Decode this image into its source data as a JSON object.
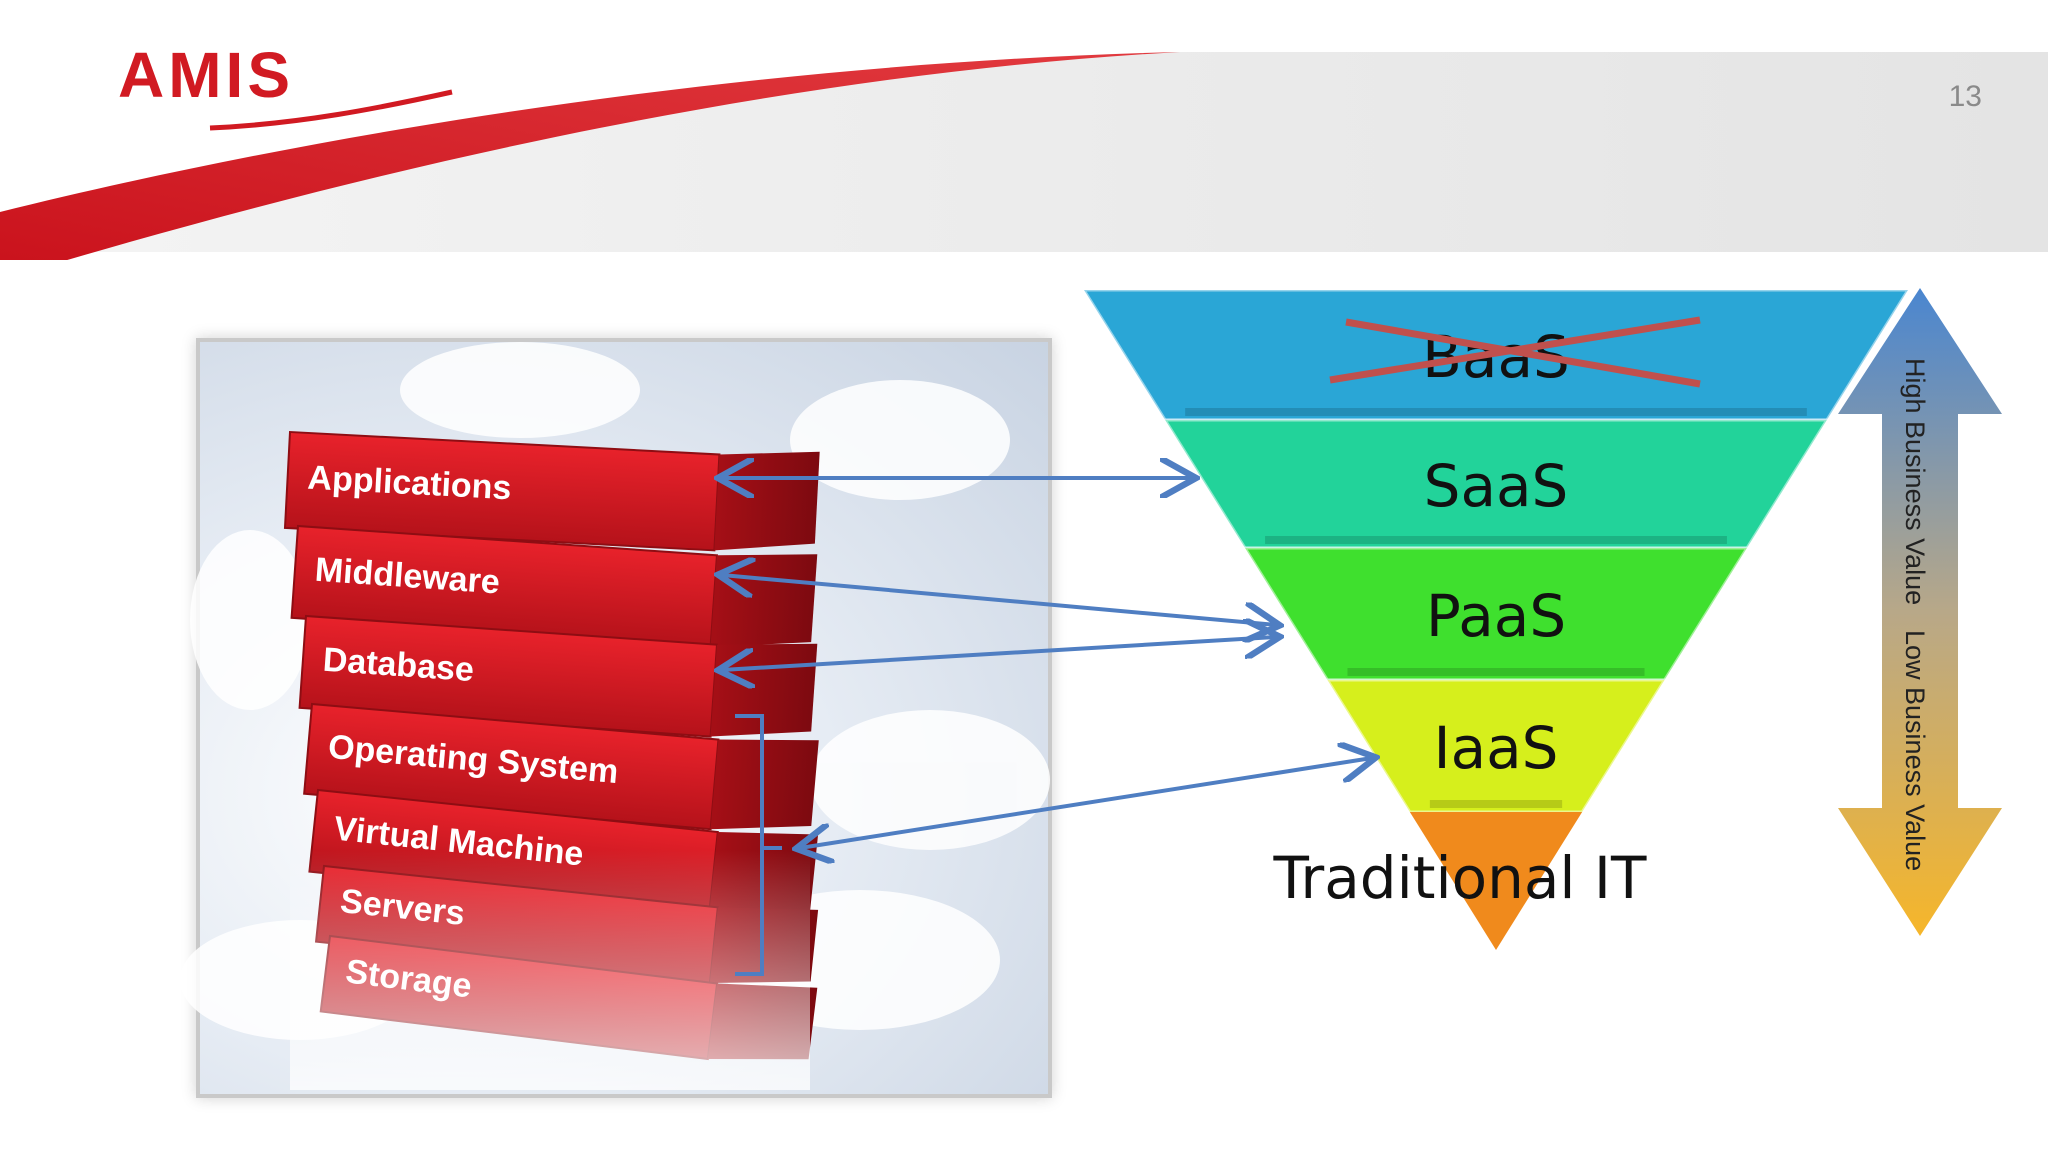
{
  "header": {
    "logo": "AMIS",
    "page_number": "13"
  },
  "stack": {
    "layers": [
      {
        "label": "Applications"
      },
      {
        "label": "Middleware"
      },
      {
        "label": "Database"
      },
      {
        "label": "Operating System"
      },
      {
        "label": "Virtual Machine"
      },
      {
        "label": "Servers"
      },
      {
        "label": "Storage"
      }
    ]
  },
  "pyramid": {
    "tiers": [
      {
        "label": "BaaS",
        "crossed_out": true,
        "color": "#2aa6d6"
      },
      {
        "label": "SaaS",
        "crossed_out": false,
        "color": "#22d39a"
      },
      {
        "label": "PaaS",
        "crossed_out": false,
        "color": "#3fe02e"
      },
      {
        "label": "IaaS",
        "crossed_out": false,
        "color": "#d6ef1c"
      }
    ],
    "base_label": "Traditional IT",
    "base_color": "#f08a1c"
  },
  "value_axis": {
    "high_label": "High Business Value",
    "low_label": "Low Business Value"
  },
  "colors": {
    "brand_red": "#d11a22",
    "arrow_blue": "#4f7ec2",
    "cross_red": "#c0504d"
  }
}
